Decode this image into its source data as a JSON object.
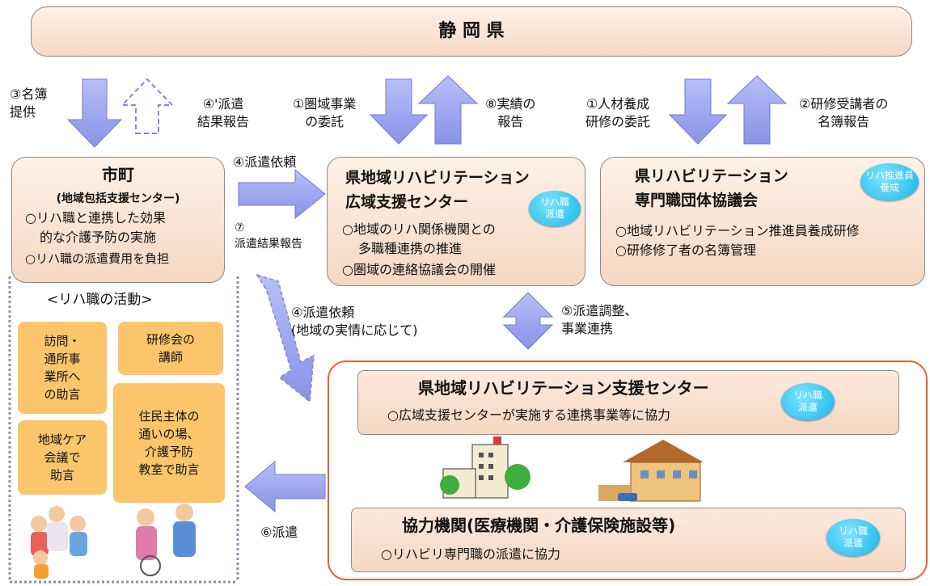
{
  "top_bar": {
    "title": "静 岡 県"
  },
  "arrow_labels": {
    "a3": "③名簿\n提供",
    "a4d": "④'派遣\n結果報告",
    "a1a": "①圏域事業\nの委託",
    "a8": "⑧実績の\n報告",
    "a1b": "①人材養成\n研修の委託",
    "a2": "②研修受講者の\n名簿報告",
    "a4top": "④派遣依頼",
    "a7": "⑦\n派遣結果報告",
    "a4diag": "④派遣依頼\n(地域の実情に応じて)",
    "a5": "⑤派遣調整、\n事業連携",
    "a6": "⑥派遣"
  },
  "city_box": {
    "title": "市町",
    "subtitle": "(地域包括支援センター)",
    "lines": [
      "○リハ職と連携した効果",
      "的な介護予防の実施",
      "○リハ職の派遣費用を負担"
    ]
  },
  "regional_center": {
    "title1": "県地域リハビリテーション",
    "title2": "広域支援センター",
    "badge": "リハ職\n派遣",
    "lines": [
      "○地域のリハ関係機関との",
      "多職種連携の推進",
      "○圏域の連絡協議会の開催"
    ]
  },
  "council": {
    "title1": "県リハビリテーション",
    "title2": "専門職団体協議会",
    "badge": "リハ推進員\n養成",
    "lines": [
      "○地域リハビリテーション推進員養成研修",
      "○研修修了者の名簿管理"
    ]
  },
  "activities": {
    "heading": "<リハ職の活動>",
    "items": [
      "訪問・\n通所事\n業所へ\nの助言",
      "研修会の\n講師",
      "地域ケア\n会議で\n助言",
      "住民主体の\n通いの場、\n介護予防\n教室で助言"
    ]
  },
  "support_center": {
    "title": "県地域リハビリテーション支援センター",
    "line": "○広域支援センターが実施する連携事業等に協力",
    "badge": "リハ職\n派遣"
  },
  "partners": {
    "title": "協力機関(医療機関・介護保険施設等)",
    "line": "○リハビリ専門職の派遣に協力",
    "badge": "リハ職\n派遣"
  },
  "colors": {
    "arrow": "#9ba6ef",
    "arrow_stroke": "#6f7ad8",
    "orange_frame": "#e8642a",
    "box_fill": "#f7dcc8"
  }
}
